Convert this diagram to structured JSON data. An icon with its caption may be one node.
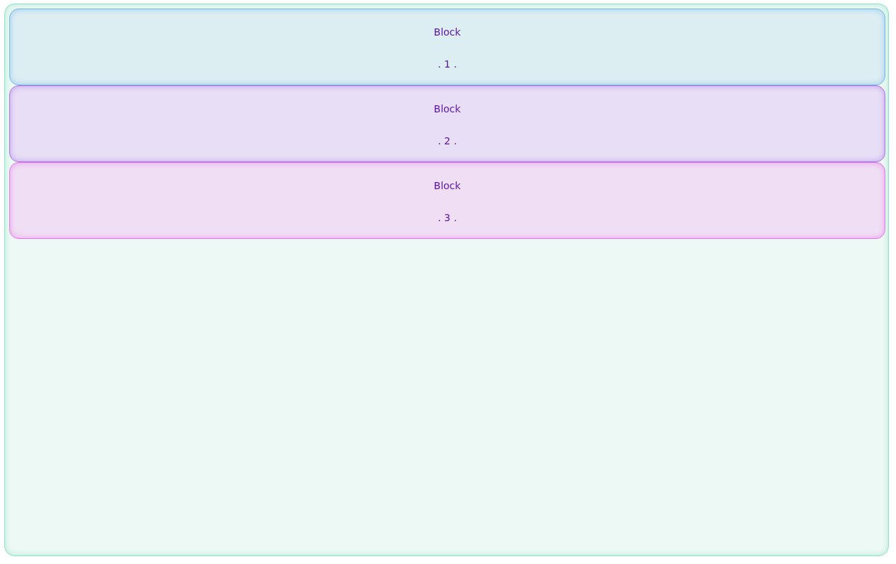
{
  "diagram": {
    "nodes": [
      {
        "text": [],
        "shape": "box"
      },
      {
        "text": [
          "Block",
          ". 1 ."
        ],
        "in": 0
      },
      {
        "text": [
          "Block",
          ". 2 ."
        ],
        "in": 0
      },
      {
        "text": [
          "Block",
          ". 3 ."
        ],
        "in": 0
      }
    ]
  }
}
